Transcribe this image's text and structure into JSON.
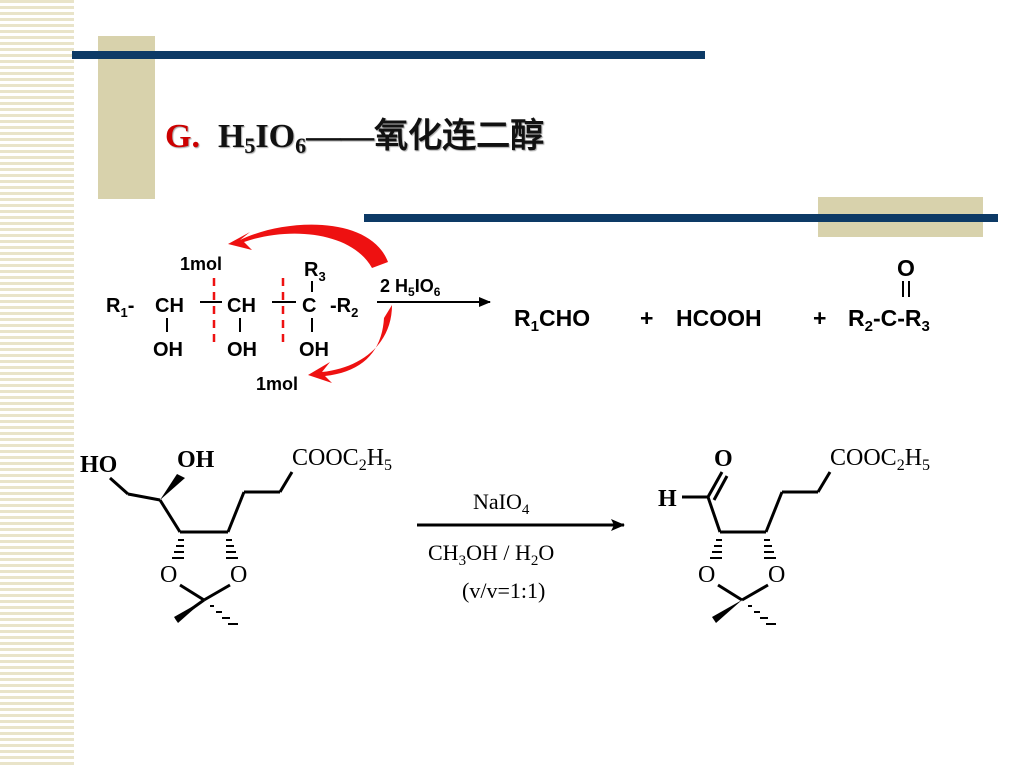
{
  "slide": {
    "label": "G.",
    "title": {
      "reagent_pre": "H",
      "sub1": "5",
      "reagent_mid": "IO",
      "sub2": "6",
      "dash": "——",
      "text": "氧化连二醇"
    }
  },
  "colors": {
    "accent_red": "#cc0000",
    "bar_navy": "#0d3a66",
    "block_khaki": "#d8d2ac",
    "arrow_red": "#ee1111"
  },
  "reaction1": {
    "mol_top": "1mol",
    "mol_bottom": "1mol",
    "r1": "R",
    "r1_sub": "1",
    "r1_dash": "-",
    "ch_a": "CH",
    "ch_b": "CH",
    "c": "C",
    "r2_dash": "-R",
    "r2_sub": "2",
    "r3": "R",
    "r3_sub": "3",
    "oh_a": "OH",
    "oh_b": "OH",
    "oh_c": "OH",
    "reagent_count": "2 H",
    "reagent_sub1": "5",
    "reagent_mid": "IO",
    "reagent_sub2": "6",
    "p1": "R",
    "p1_sub": "1",
    "p1_rest": "CHO",
    "plus1": "+",
    "p2": "HCOOH",
    "plus2": "+",
    "p3_r2": "R",
    "p3_r2_sub": "2",
    "p3_mid": "-C-R",
    "p3_r3_sub": "3",
    "p3_o": "O"
  },
  "reaction2": {
    "reactant_ho": "HO",
    "reactant_oh": "OH",
    "ester": "COOC",
    "ester_sub1": "2",
    "ester_h": "H",
    "ester_sub2": "5",
    "ring_o_left": "O",
    "ring_o_right": "O",
    "reagent": "NaIO",
    "reagent_sub": "4",
    "solvent_a": "CH",
    "solvent_a_sub": "3",
    "solvent_b": "OH / H",
    "solvent_b_sub": "2",
    "solvent_c": "O",
    "ratio": "(v/v=1:1)",
    "product_o": "O",
    "product_h": "H",
    "product_ester": "COOC",
    "product_ester_sub1": "2",
    "product_ester_h": "H",
    "product_ester_sub2": "5",
    "product_ring_o_left": "O",
    "product_ring_o_right": "O"
  }
}
